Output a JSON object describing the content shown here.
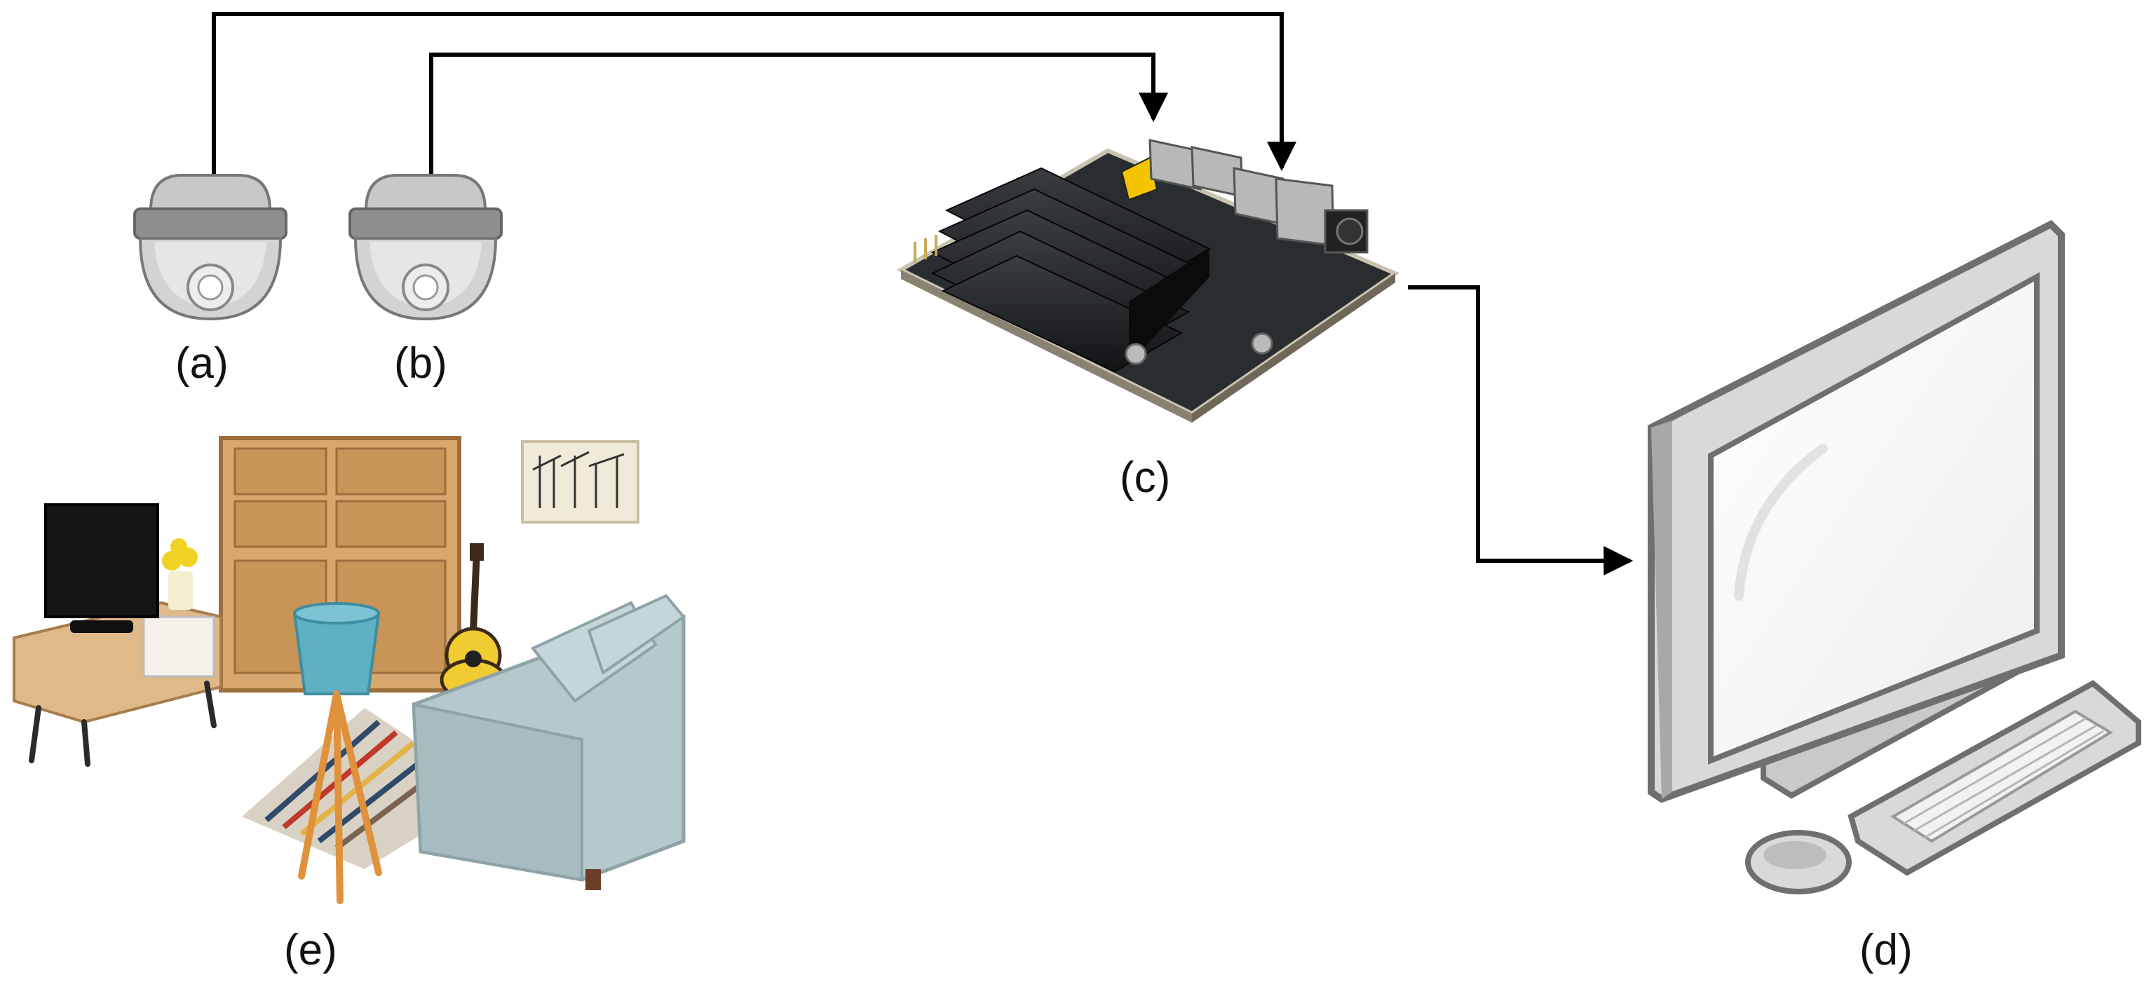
{
  "diagram": {
    "labels": {
      "a": "(a)",
      "b": "(b)",
      "c": "(c)",
      "d": "(d)",
      "e": "(e)"
    },
    "components": {
      "camera_a": "dome-camera-icon",
      "camera_b": "dome-camera-icon",
      "board": "embedded-board-icon",
      "computer": "desktop-computer-icon",
      "room": "living-room-scene-icon"
    },
    "colors": {
      "line": "#000000",
      "camera_body": "#cfcfcf",
      "camera_band": "#8e8e8e",
      "board_heatsink": "#1d1f22",
      "board_pcb": "#2a2d30",
      "monitor_frame": "#d9d9d9",
      "monitor_outline": "#6f6f6f",
      "lamp_shade": "#5fb0c3",
      "sofa": "#b5c8cc",
      "wood": "#d8a76d"
    }
  }
}
